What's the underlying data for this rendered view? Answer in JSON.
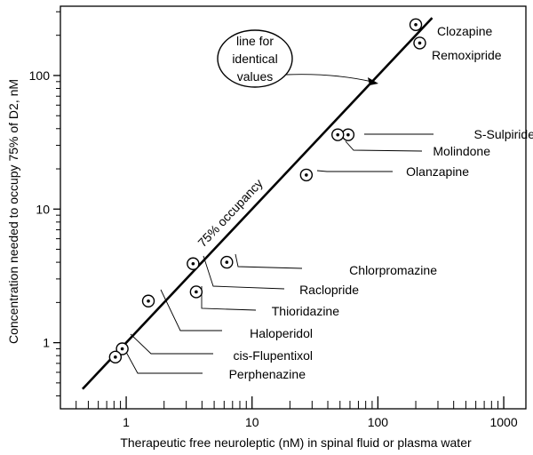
{
  "chart_data": {
    "type": "scatter",
    "xscale": "log",
    "yscale": "log",
    "xlim": [
      0.3,
      1500
    ],
    "ylim": [
      0.32,
      330
    ],
    "grid": false,
    "xlabel": "Therapeutic free neuroleptic (nM) in spinal fluid or plasma water",
    "ylabel": "Concentration needed to occupy 75% of D2, nM",
    "x_ticks": [
      {
        "value": 1,
        "label": "1"
      },
      {
        "value": 10,
        "label": "10"
      },
      {
        "value": 100,
        "label": "100"
      },
      {
        "value": 1000,
        "label": "1000"
      }
    ],
    "y_ticks": [
      {
        "value": 1,
        "label": "1"
      },
      {
        "value": 10,
        "label": "10"
      },
      {
        "value": 100,
        "label": "100"
      }
    ],
    "points": [
      {
        "name": "Clozapine",
        "x": 200,
        "y": 240
      },
      {
        "name": "Remoxipride",
        "x": 215,
        "y": 175
      },
      {
        "name": "S-Sulpiride",
        "x": 58,
        "y": 36
      },
      {
        "name": "Molindone",
        "x": 48,
        "y": 36
      },
      {
        "name": "Olanzapine",
        "x": 27,
        "y": 18
      },
      {
        "name": "Chlorpromazine",
        "x": 6.3,
        "y": 4
      },
      {
        "name": "Raclopride",
        "x": 3.4,
        "y": 3.9
      },
      {
        "name": "Thioridazine",
        "x": 3.6,
        "y": 2.4
      },
      {
        "name": "Haloperidol",
        "x": 1.5,
        "y": 2.05
      },
      {
        "name": "cis-Flupentixol",
        "x": 0.93,
        "y": 0.9
      },
      {
        "name": "Perphenazine",
        "x": 0.82,
        "y": 0.78
      }
    ],
    "identity_line": {
      "from": 0.45,
      "to": 270,
      "label": "75% occupancy"
    },
    "annotation": {
      "lines": [
        "line for",
        "identical",
        "values"
      ]
    }
  }
}
